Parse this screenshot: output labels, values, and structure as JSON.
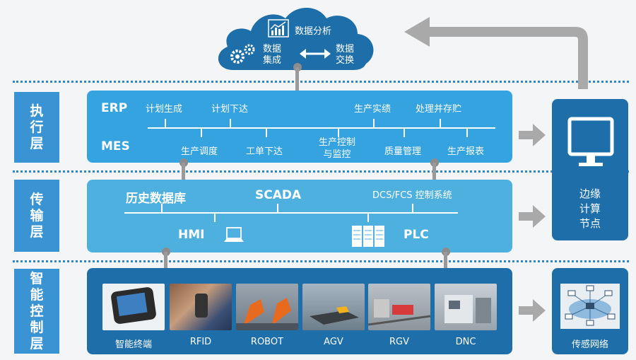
{
  "cloud": {
    "analysis": "数据分析",
    "integration": "数据\n集成",
    "exchange": "数据\n交换"
  },
  "layers": {
    "execution": "执行层",
    "transmission": "传输层",
    "control": "智能控制层"
  },
  "execution": {
    "erp": "ERP",
    "mes": "MES",
    "top_items": [
      "计划生成",
      "计划下达",
      "生产实绩",
      "处理并存贮"
    ],
    "bottom_items": [
      "生产调度",
      "工单下达",
      "生产控制\n与监控",
      "质量管理",
      "生产报表"
    ]
  },
  "transmission": {
    "historian": "历史数据库",
    "scada": "SCADA",
    "dcs": "DCS/FCS 控制系统",
    "hmi": "HMI",
    "plc": "PLC"
  },
  "control": {
    "devices": [
      "智能终端",
      "RFID",
      "ROBOT",
      "AGV",
      "RGV",
      "DNC"
    ]
  },
  "edge_node": "边缘\n计算\n节点",
  "sensor_network": "传感网络",
  "colors": {
    "dark_blue": "#1d6ea9",
    "mid_blue": "#35a3e0",
    "light_blue": "#4eb0de",
    "arrow_gray": "#a9a9a9"
  }
}
